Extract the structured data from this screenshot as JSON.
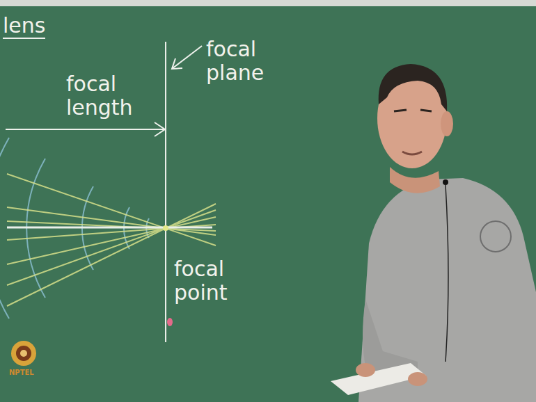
{
  "diagram": {
    "labels": [
      "lens",
      "focal length",
      "focal plane",
      "focal point",
      "NPTEL"
    ]
  }
}
